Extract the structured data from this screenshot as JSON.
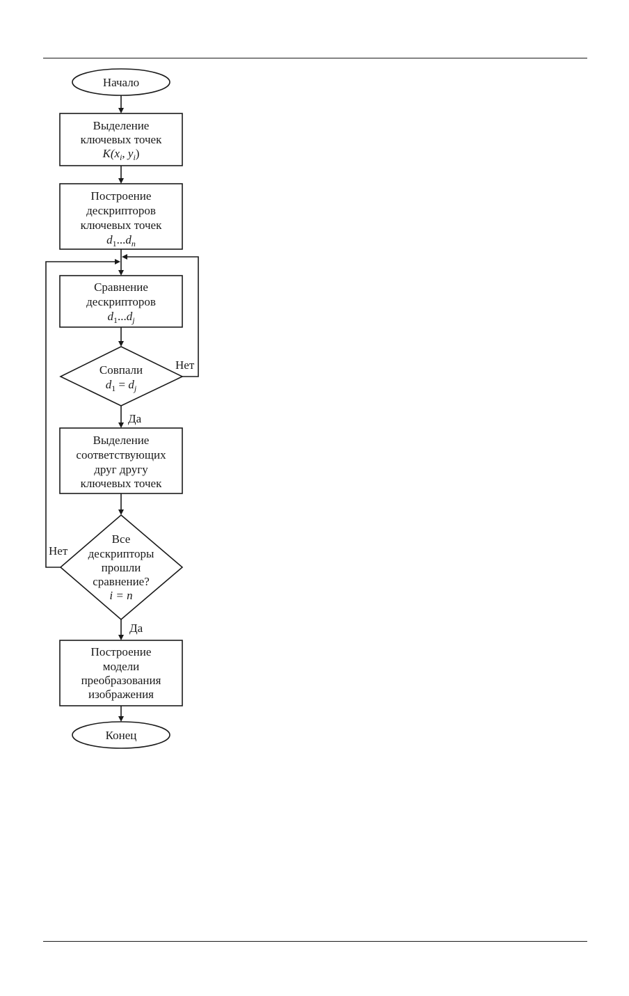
{
  "flowchart": {
    "start": "Начало",
    "step_keypoints": {
      "lines": [
        "Выделение",
        "ключевых точек"
      ],
      "formula": {
        "K": "K(",
        "x": "x",
        "i1": "i",
        "sep": ", ",
        "y": "y",
        "i2": "i",
        "close": ")"
      }
    },
    "step_descriptors": {
      "lines": [
        "Построение",
        "дескрипторов",
        "ключевых точек"
      ],
      "formula": {
        "d": "d",
        "one": "1",
        "dots": "...",
        "d2": "d",
        "n": "n"
      }
    },
    "step_compare": {
      "lines": [
        "Сравнение",
        "дескрипторов"
      ],
      "formula": {
        "d": "d",
        "one": "1",
        "dots": "...",
        "d2": "d",
        "j": "j"
      }
    },
    "decision_match": {
      "line": "Совпали",
      "formula": {
        "d": "d",
        "one": "1",
        "eq": " = ",
        "d2": "d",
        "j": "j"
      },
      "no": "Нет",
      "yes": "Да"
    },
    "step_select": {
      "lines": [
        "Выделение",
        "соответствующих",
        "друг другу",
        "ключевых точек"
      ]
    },
    "decision_all": {
      "lines": [
        "Все",
        "дескрипторы",
        "прошли",
        "сравнение?"
      ],
      "formula": "i = n",
      "no": "Нет",
      "yes": "Да"
    },
    "step_model": {
      "lines": [
        "Построение",
        "модели",
        "преобразования",
        "изображения"
      ]
    },
    "end": "Конец"
  }
}
